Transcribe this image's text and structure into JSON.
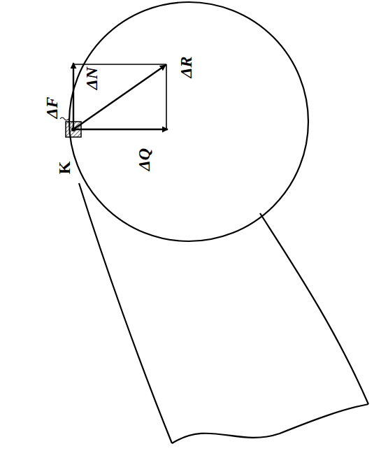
{
  "diagram": {
    "labels": [
      "ΔF",
      "ΔN",
      "ΔR",
      "K",
      "ΔQ"
    ]
  }
}
